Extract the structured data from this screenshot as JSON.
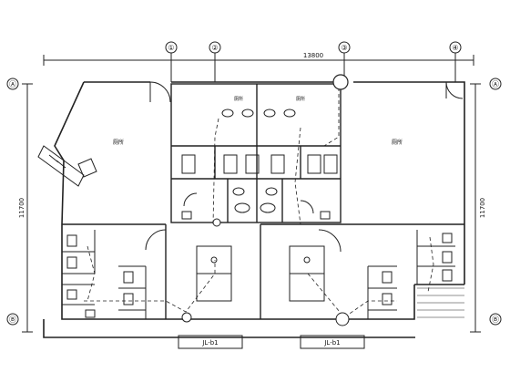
{
  "drawing": {
    "grid_axes": {
      "top": [
        "①",
        "②",
        "③",
        "④"
      ],
      "left": [
        "Ⓐ",
        "Ⓑ"
      ],
      "right": [
        "Ⓐ",
        "Ⓑ"
      ]
    },
    "dimensions": {
      "overall_width": "13800",
      "height_left": "11700",
      "height_right": "11700"
    },
    "room_labels": {
      "room_nw": "厕所",
      "room_ne": "厕所",
      "room_center_left": "厕所",
      "room_center_right": "厕所"
    },
    "bottom_labels": [
      "JL-b1",
      "JL-b1"
    ]
  }
}
